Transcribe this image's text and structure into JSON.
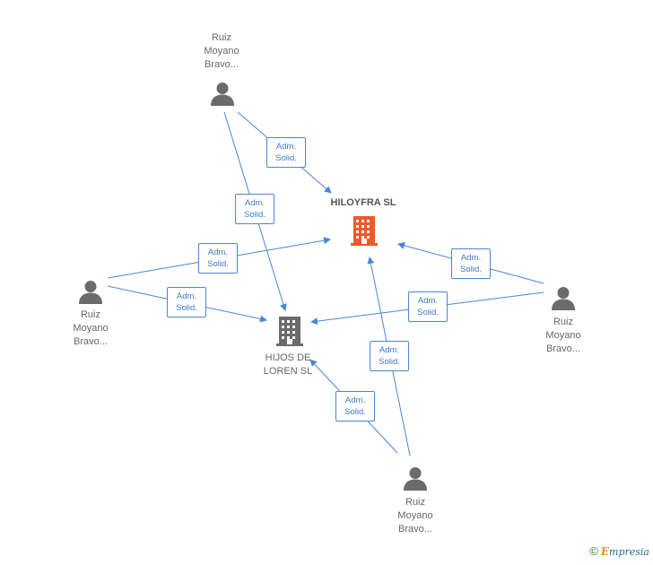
{
  "companies": [
    {
      "id": "c1",
      "name": "HILOYFRA SL",
      "lines": [
        "HILOYFRA SL"
      ],
      "color": "#f05a2a"
    },
    {
      "id": "c2",
      "name": "HIJOS DE LOREN SL",
      "lines": [
        "HIJOS DE",
        "LOREN SL"
      ],
      "color": "#6b6b6b"
    }
  ],
  "persons": [
    {
      "id": "p1",
      "lines": [
        "Ruiz",
        "Moyano",
        "Bravo..."
      ]
    },
    {
      "id": "p2",
      "lines": [
        "Ruiz",
        "Moyano",
        "Bravo..."
      ]
    },
    {
      "id": "p3",
      "lines": [
        "Ruiz",
        "Moyano",
        "Bravo..."
      ]
    },
    {
      "id": "p4",
      "lines": [
        "Ruiz",
        "Moyano",
        "Bravo..."
      ]
    }
  ],
  "edges": [
    {
      "from": "p1",
      "to": "c1",
      "lines": [
        "Adm.",
        "Solid."
      ]
    },
    {
      "from": "p1",
      "to": "c2",
      "lines": [
        "Adm.",
        "Solid."
      ]
    },
    {
      "from": "p2",
      "to": "c1",
      "lines": [
        "Adm.",
        "Solid."
      ]
    },
    {
      "from": "p2",
      "to": "c2",
      "lines": [
        "Adm.",
        "Solid."
      ]
    },
    {
      "from": "p3",
      "to": "c1",
      "lines": [
        "Adm.",
        "Solid."
      ]
    },
    {
      "from": "p3",
      "to": "c2",
      "lines": [
        "Adm.",
        "Solid."
      ]
    },
    {
      "from": "p4",
      "to": "c1",
      "lines": [
        "Adm.",
        "Solid."
      ]
    },
    {
      "from": "p4",
      "to": "c2",
      "lines": [
        "Adm.",
        "Solid."
      ]
    }
  ],
  "colors": {
    "edge": "#4a86d6",
    "person": "#6b6b6b"
  },
  "footer": {
    "copyright": "©",
    "brand_initial": "E",
    "brand_rest": "mpresia"
  }
}
